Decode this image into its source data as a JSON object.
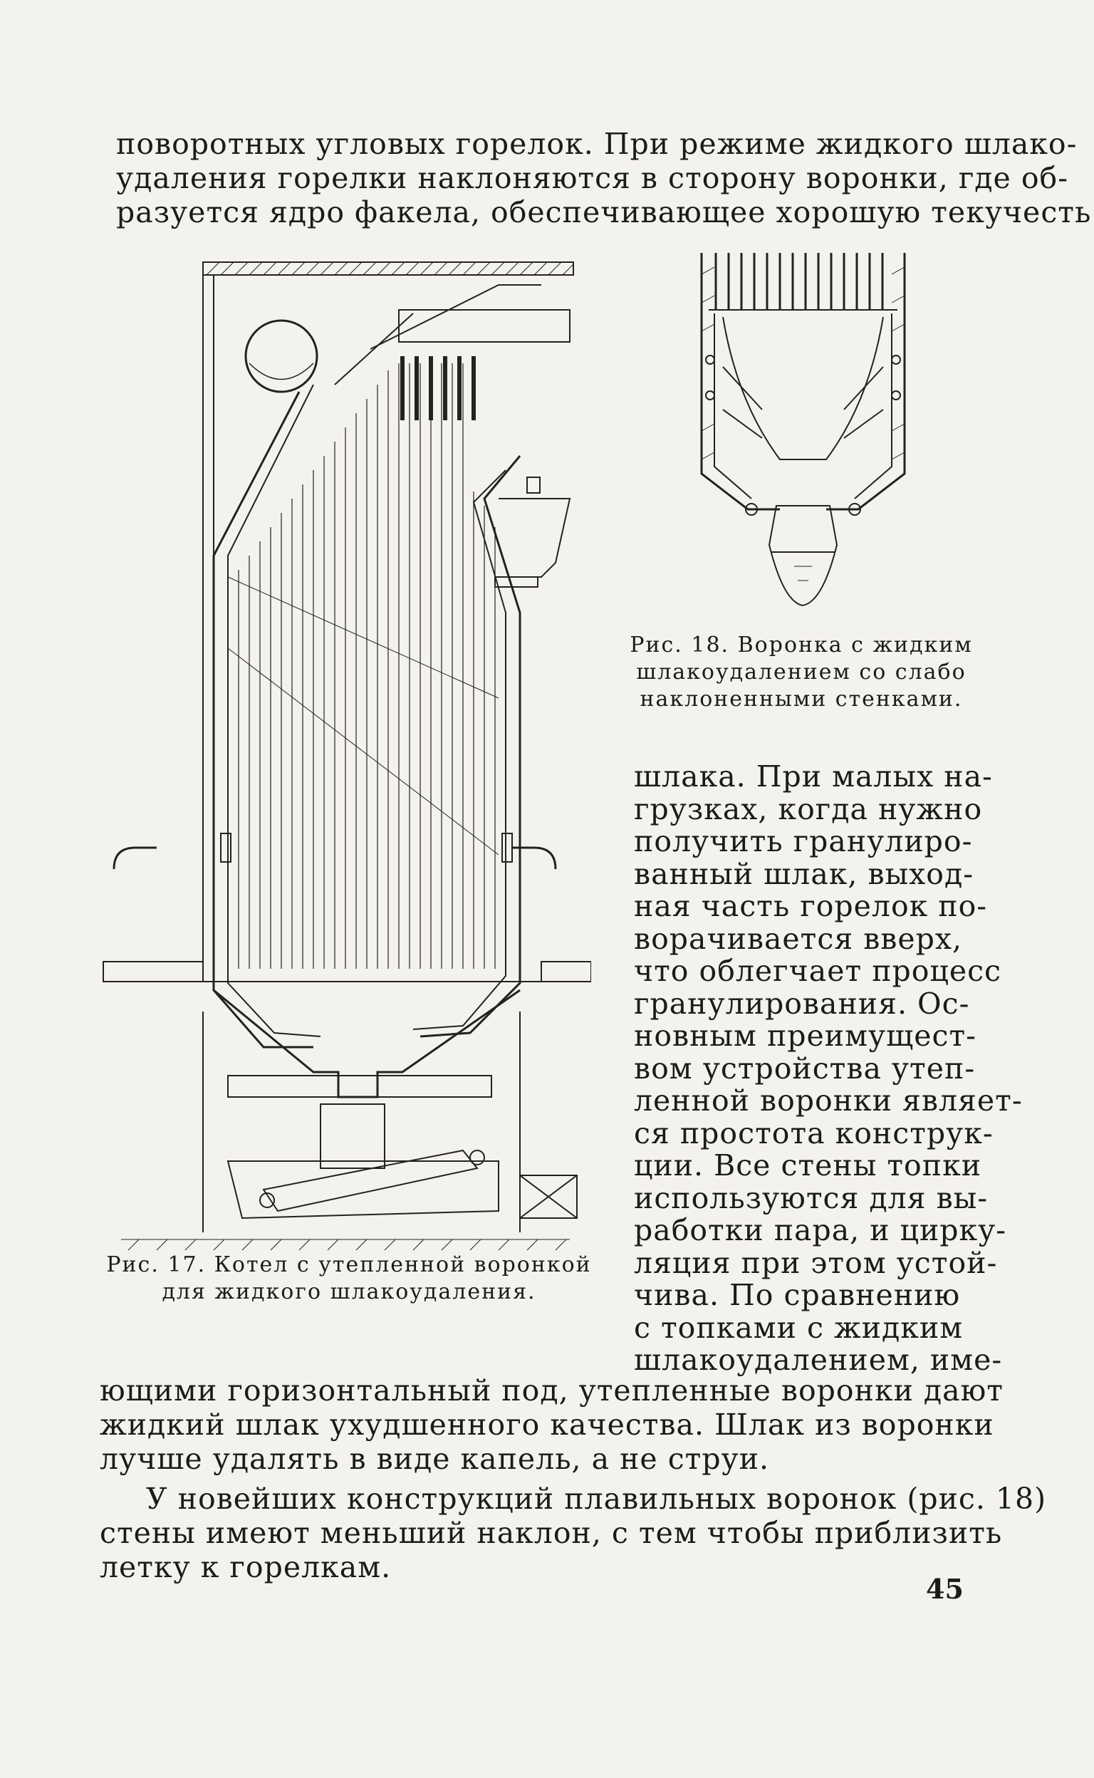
{
  "page": {
    "top_lines": [
      "поворотных угловых горелок. При режиме жидкого шлако-",
      "удаления горелки наклоняются в сторону воронки, где об-",
      "разуется ядро факела, обеспечивающее хорошую текучесть"
    ],
    "column_lines": [
      "шлака. При малых на-",
      "грузках, когда нужно",
      "получить гранулиро-",
      "ванный шлак, выход-",
      "ная часть горелок по-",
      "ворачивается вверх,",
      "что облегчает процесс",
      "гранулирования. Ос-",
      "новным преимущест-",
      "вом устройства утеп-",
      "ленной воронки являет-",
      "ся простота конструк-",
      "ции. Все стены топки",
      "используются для вы-",
      "работки пара, и цирку-",
      "ляция при этом устой-",
      "чива. По сравнению",
      "с топками с жидким",
      "шлакоудалением, име-"
    ],
    "bottom_lines": [
      "ющими горизонтальный под, утепленные воронки дают",
      "жидкий шлак ухудшенного качества. Шлак из воронки",
      "лучше удалять в виде капель, а не струи.",
      "У новейших конструкций плавильных воронок (рис. 18)",
      "стены имеют меньший наклон, с тем чтобы приблизить",
      "летку к горелкам."
    ],
    "page_number": "45"
  },
  "figure_17": {
    "caption_lines": [
      "Рис. 17. Котел с утепленной воронкой",
      "для жидкого шлакоудаления."
    ]
  },
  "figure_18": {
    "caption_lines": [
      "Рис. 18. Воронка с жидким",
      "шлакоудалением со слабо",
      "наклоненными стенками."
    ]
  }
}
